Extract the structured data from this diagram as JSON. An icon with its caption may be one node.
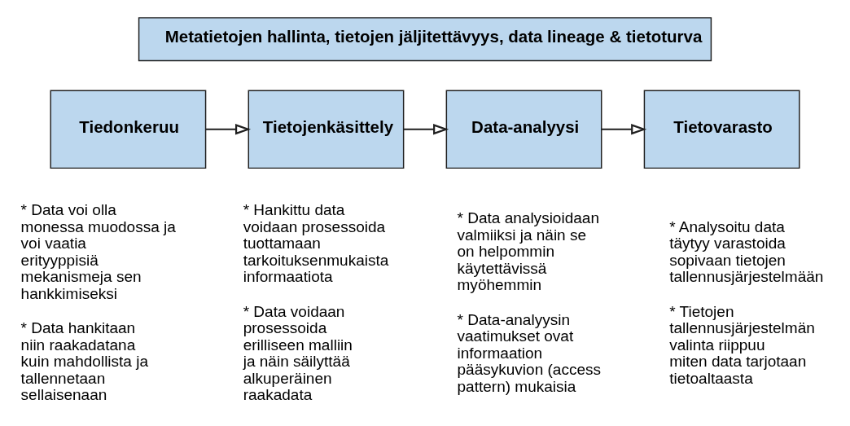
{
  "diagram": {
    "nodes": [
      {
        "text": [
          "Metatietojen hallinta, tietojen jäljitettävyys, data lineage & tietoturva"
        ]
      },
      {
        "text": [
          "Tiedonkeruu"
        ],
        "beside": [
          "* Data voi olla monessa muodossa ja voi vaatia erityyppisiä mekanismeja sen hankkimiseksi",
          "* Data hankitaan niin raakadatana kuin mahdollista ja tallennetaan sellaisenaan"
        ]
      },
      {
        "text": [
          "Tietojenkäsittely"
        ],
        "beside": [
          "* Hankittu data voidaan prosessoida tuottamaan tarkoituksenmukaista informaatiota",
          "* Data voidaan prosessoida erilliseen malliin ja näin säilyttää alkuperäinen raakadata"
        ]
      },
      {
        "text": [
          "Data-analyysi"
        ],
        "beside": [
          "* Data analysioidaan valmiiksi ja näin se on helpommin käytettävissä myöhemmin",
          "* Data-analyysin vaatimukset ovat informaation pääsykuvion (access pattern) mukaisia"
        ]
      },
      {
        "text": [
          "Tietovarasto"
        ],
        "beside": [
          "* Analysoitu data täytyy varastoida sopivaan tietojen tallennusjärjestelmään",
          "* Tietojen tallennusjärjestelmän valinta riippuu miten data tarjotaan tietoaltaasta"
        ]
      }
    ],
    "edges": [
      {
        "from": 1,
        "to": 2,
        "arrow": "to"
      },
      {
        "from": 2,
        "to": 3,
        "arrow": "to"
      },
      {
        "from": 3,
        "to": 4,
        "arrow": "to"
      }
    ]
  }
}
